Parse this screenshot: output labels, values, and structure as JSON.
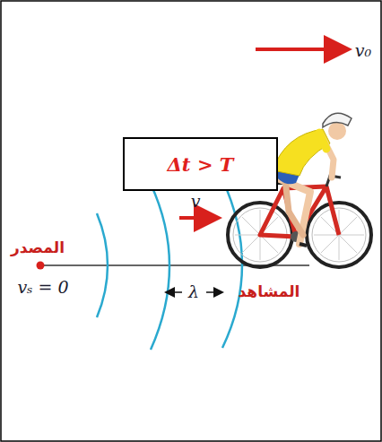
{
  "diagram": {
    "nodes": [
      {
        "text": [
          "Δt > T"
        ]
      }
    ],
    "labels": [
      "v₀",
      "المصدر",
      "vₛ = 0",
      "v",
      "λ",
      "المشاهد"
    ]
  }
}
